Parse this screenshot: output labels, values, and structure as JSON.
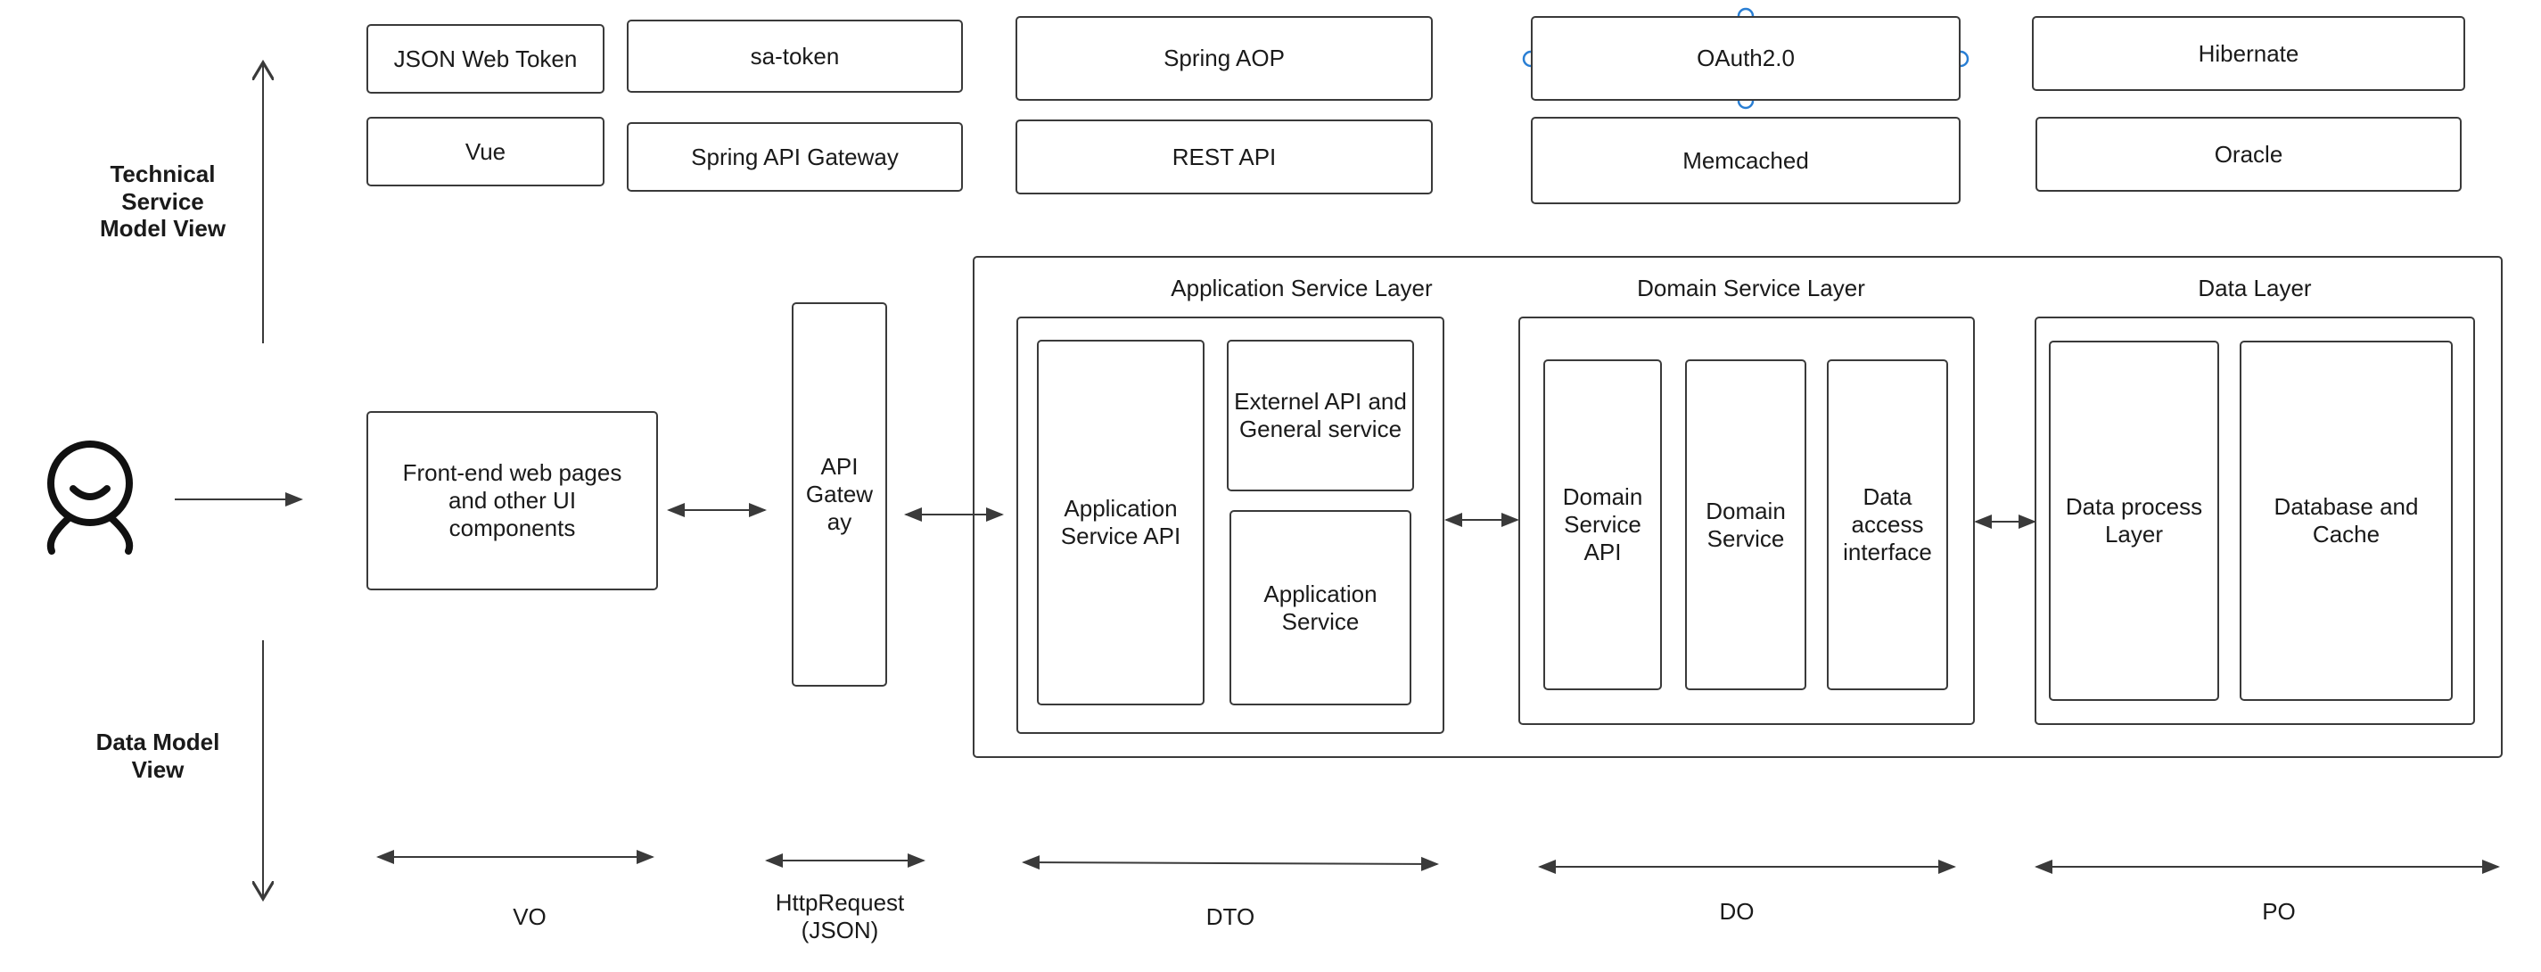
{
  "side_labels": {
    "technical": "Technical\nService\nModel View",
    "data_model": "Data Model\nView"
  },
  "tech_stack": {
    "jwt": "JSON Web Token",
    "vue": "Vue",
    "sa_token": "sa-token",
    "spring_gateway": "Spring API Gateway",
    "spring_aop": "Spring AOP",
    "rest_api": "REST API",
    "oauth": "OAuth2.0",
    "memcached": "Memcached",
    "hibernate": "Hibernate",
    "oracle": "Oracle"
  },
  "frontend": {
    "label": "Front-end web pages and other UI components"
  },
  "gateway": {
    "label": "API\nGatew\nay"
  },
  "layers": {
    "application": {
      "title": "Application Service Layer",
      "service_api": "Application Service API",
      "external_api": "Externel API and General service",
      "service": "Application Service"
    },
    "domain": {
      "title": "Domain Service Layer",
      "service_api": "Domain Service API",
      "service": "Domain Service",
      "data_access": "Data access interface"
    },
    "data": {
      "title": "Data Layer",
      "process": "Data process Layer",
      "db_cache": "Database and Cache"
    }
  },
  "data_objects": {
    "vo": "VO",
    "http": "HttpRequest\n(JSON)",
    "dto": "DTO",
    "do": "DO",
    "po": "PO"
  },
  "colors": {
    "stroke": "#3a3a3a",
    "selection_handle": "#2a7fd4"
  }
}
